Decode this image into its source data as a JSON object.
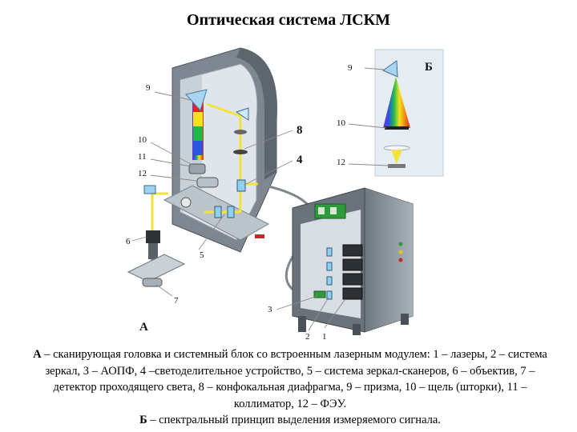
{
  "title": "Оптическая система ЛСКМ",
  "figure": {
    "label_a": "А",
    "label_b": "Б",
    "main_callouts": [
      "9",
      "10",
      "11",
      "12",
      "8",
      "4",
      "6",
      "5",
      "7",
      "3",
      "2",
      "1"
    ],
    "inset_callouts": [
      "9",
      "10",
      "12"
    ]
  },
  "caption": {
    "a_letter": "А",
    "a_text": " – сканирующая головка и системный блок со встроенным лазерным модулем: 1 – лазеры, 2 – система зеркал, 3 – АОПФ, 4 –светоделительное устройство, 5 – система зеркал-сканеров, 6 – объектив, 7 – детектор проходящего света, 8 – конфокальная диафрагма, 9 – призма, 10 – щель (шторки), 11 – коллиматор, 12 – ФЭУ.",
    "b_letter": "Б",
    "b_text": " – спектральный принцип выделения измеряемого  сигнала."
  },
  "colors": {
    "beam": "#f2e23a",
    "housing": "#8f98a2",
    "housing_dark": "#5c6670",
    "accent_green": "#2f9a3c"
  }
}
